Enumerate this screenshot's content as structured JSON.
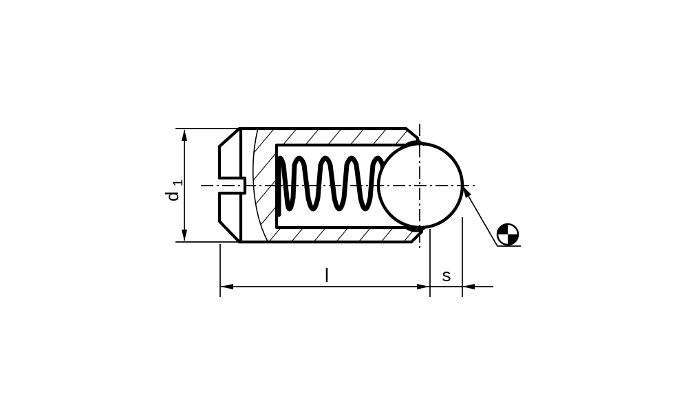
{
  "drawing": {
    "kind": "spring-plunger-section-drawing",
    "background_color": "#ffffff",
    "line_color": "#000000",
    "dimension_labels": {
      "diameter": {
        "base": "d",
        "subscript": "1"
      },
      "length": "l",
      "ball_protrusion": "s"
    }
  }
}
